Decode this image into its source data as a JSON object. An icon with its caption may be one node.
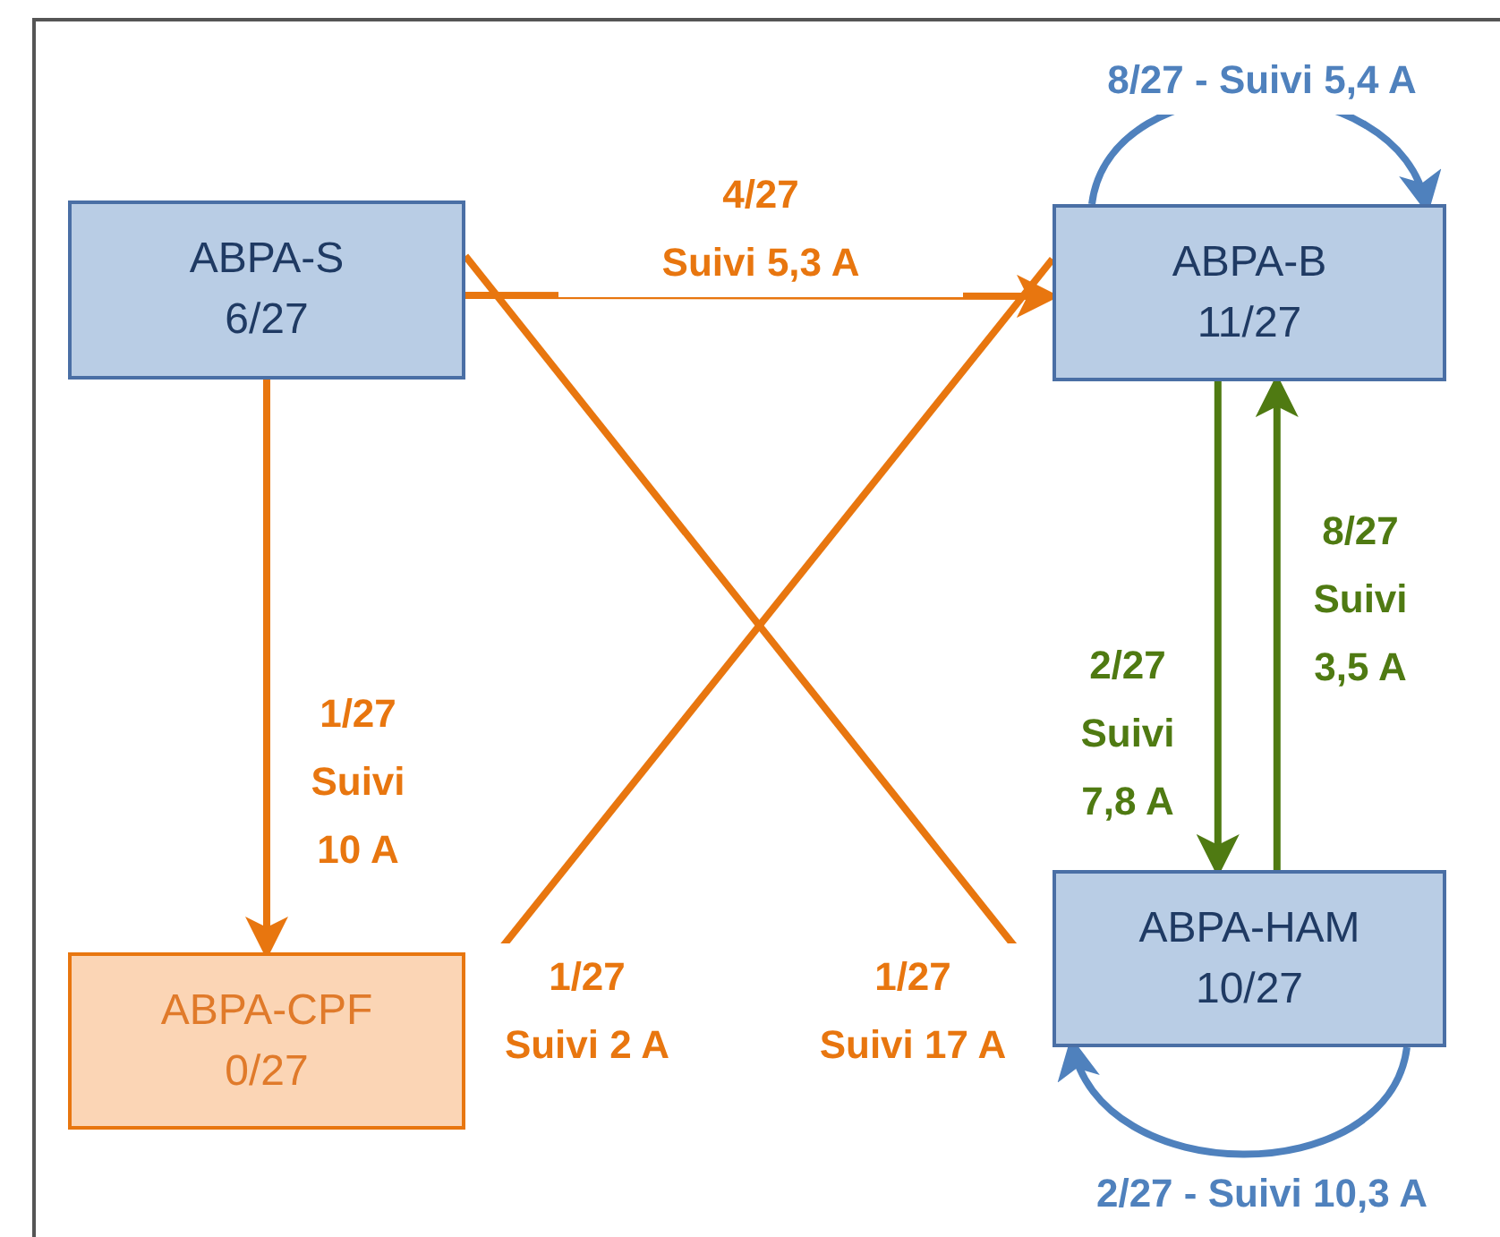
{
  "diagram": {
    "nodes": [
      {
        "text": [
          "ABPA-S",
          "6/27"
        ]
      },
      {
        "text": [
          "ABPA-B",
          "11/27"
        ]
      },
      {
        "text": [
          "ABPA-CPF",
          "0/27"
        ]
      },
      {
        "text": [
          "ABPA-HAM",
          "10/27"
        ]
      }
    ],
    "edges": [
      {
        "from": 0,
        "to": 1,
        "arrow": "to",
        "label": "4/27 Suivi 5,3 A"
      },
      {
        "from": 1,
        "to": 1,
        "arrow": "to",
        "label": "8/27 - Suivi 5,4 A",
        "color": "#4f81bd"
      },
      {
        "from": 0,
        "to": 2,
        "arrow": "to",
        "label": "1/27 Suivi 10 A"
      },
      {
        "from": 0,
        "to": 3,
        "arrow": "to",
        "label": "1/27 Suivi 17 A"
      },
      {
        "from": 1,
        "to": 2,
        "arrow": "to",
        "label": "1/27 Suivi 2 A"
      },
      {
        "from": 1,
        "to": 3,
        "arrow": "to",
        "label": "2/27 Suivi 7,8 A",
        "color": "#4f7a12"
      },
      {
        "from": 3,
        "to": 1,
        "arrow": "to",
        "label": "8/27 Suivi 3,5 A",
        "color": "#4f7a12"
      },
      {
        "from": 3,
        "to": 3,
        "arrow": "to",
        "label": "2/27 - Suivi 10,3 A",
        "color": "#4f81bd"
      }
    ]
  }
}
